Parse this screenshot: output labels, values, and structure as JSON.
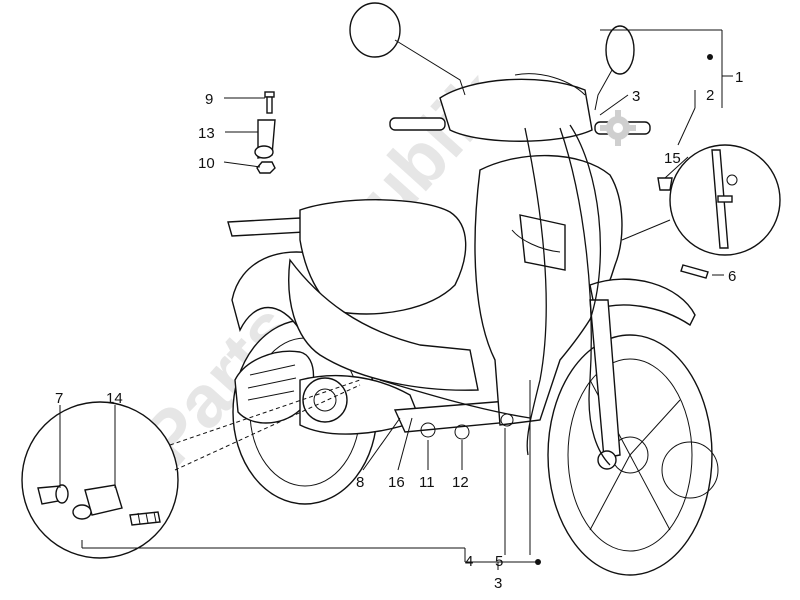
{
  "watermark": {
    "text": "PartsRepublik"
  },
  "callouts": {
    "c1": "1",
    "c2": "2",
    "c3_top": "3",
    "c3_bottom": "3",
    "c4": "4",
    "c5": "5",
    "c6": "6",
    "c7": "7",
    "c8": "8",
    "c9": "9",
    "c10": "10",
    "c11": "11",
    "c12": "12",
    "c13": "13",
    "c14": "14",
    "c15": "15",
    "c16": "16"
  },
  "icons": [
    "gear-icon",
    "dot-marker-icon"
  ]
}
